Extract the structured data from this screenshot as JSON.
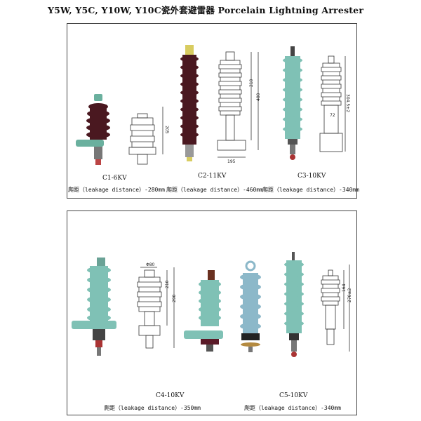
{
  "header": {
    "title": "Y5W, Y5C, Y10W, Y10C瓷外套避雷器  Porcelain Lightning Arrester"
  },
  "top_panel": {
    "products": [
      {
        "label": "C1-6KV",
        "caption": "爬距（leakage distance）-280mm",
        "dims": [
          "205"
        ]
      },
      {
        "label": "C2-11KV",
        "caption": "爬距（leakage distance）-460mm",
        "dims": [
          "210",
          "400",
          "195"
        ]
      },
      {
        "label": "C3-10KV",
        "caption": "爬距（leakage distance）-340mm",
        "dims": [
          "72",
          "304.5±2"
        ]
      }
    ]
  },
  "bottom_panel": {
    "products": [
      {
        "label": "C4-10KV",
        "caption": "爬距（leakage distance）-350mm",
        "dims": [
          "Φ80",
          "210",
          "290"
        ]
      },
      {
        "label": "C5-10KV",
        "caption": "爬距（leakage distance）-340mm",
        "dims": [
          "164",
          "270±2"
        ]
      }
    ]
  },
  "colors": {
    "porcelain_brown": "#4a1820",
    "porcelain_green": "#7fc1b5",
    "porcelain_blue": "#8cb8c9",
    "drawing_line": "#333333"
  }
}
